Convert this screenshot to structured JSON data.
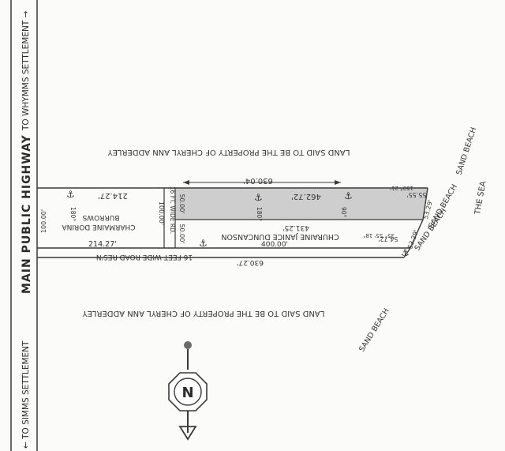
{
  "highway": {
    "main_label": "MAIN PUBLIC HIGHWAY",
    "to_whymms": "TO WHYMMS SETTLEMENT →",
    "to_simms": "← TO SIMMS SETTLEMENT"
  },
  "property_labels": {
    "cheryl_top": "LAND SAID TO BE THE PROPERTY OF CHERYL ANN ADDERLEY",
    "cheryl_bottom": "LAND SAID TO BE THE PROPERTY OF CHERYL ANN ADDERLEY"
  },
  "parcels": {
    "charmaine": "CHARMAINE DORINA BURROWS",
    "churaine": "CHURAINE JANICE DUNCANSON",
    "road_reservation": "16 FEET WIDE ROAD RES'N",
    "road_reservation_short": "16 FT. WIDE RD."
  },
  "dimensions": {
    "top_long": "630.04'",
    "top_right": "462.72'",
    "charmaine_top": "214.27'",
    "charmaine_bottom": "214.27'",
    "charmaine_width": "100.00'",
    "road_width_top": "100.00'",
    "road_width_right": "50.00'",
    "churaine_left": "50.00'",
    "churaine_top": "431.25'",
    "churaine_bottom": "400.00'",
    "road_bottom": "630.27'",
    "diagonal_right": "54.72'",
    "right_edge": "55.55'",
    "sea_side_1": "53.29'",
    "sea_side_2": "53.29'"
  },
  "angles": {
    "a1": "180°",
    "a2": "180°",
    "a3": "90°",
    "a4": "150° 21'",
    "a5": "35° 55' 18\""
  },
  "features": {
    "sand_beach_top": "SAND BEACH",
    "sand_beach_right1": "SAND BEACH",
    "sand_beach_right2": "SAND BEACH",
    "sand_beach_bottom": "SAND BEACH",
    "the_sea": "THE SEA"
  },
  "north_arrow": {
    "letter": "N"
  },
  "colors": {
    "ink": "#2b2b2b",
    "shade": "#c9c9c9",
    "line": "#3a3a3a"
  }
}
